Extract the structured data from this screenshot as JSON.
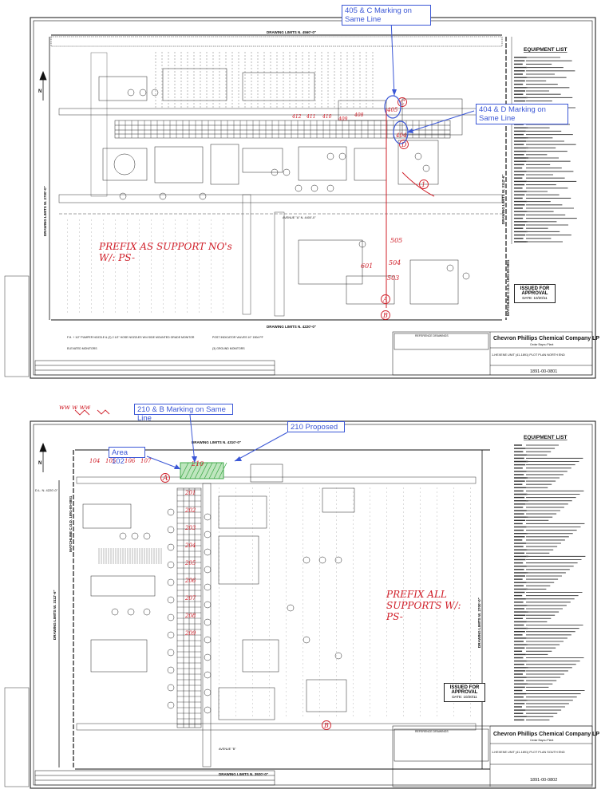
{
  "sheet1": {
    "callouts": {
      "c405": "405 & C Marking on Same Line",
      "c404": "404 & D Marking on Same Line"
    },
    "note": "PREFIX AS SUPPORT NO's W/: PS-",
    "drawing_limits_top": "DRAWING LIMITS N. 4560'-0\"",
    "drawing_limits_bottom": "DRAWING LIMITS N. 4220'-0\"",
    "drawing_limits_left": "DRAWING LIMITS W. 2700'-0\"",
    "drawing_limits_right": "DRAWING LIMITS W. 3112'-6\"",
    "matchline": "MATCHLINE C.O.D. 1891-00-0801",
    "avenue_label": "AVENUE \"A\" N. 4400'-0\"",
    "equipment_list_title": "EQUIPMENT LIST",
    "approval": {
      "title": "ISSUED FOR APPROVAL",
      "date": "DATE: 10/20/11"
    },
    "company": "Chevron Phillips Chemical Company LP",
    "plant": "Cedar Bayou Plant",
    "drawing_title": "1-HEXENE UNIT (41-1891) PLOT PLAN NORTH END",
    "drawing_number": "1891-00-0801",
    "ref_header": "REFERENCE DRAWINGS",
    "legend_1": "F.H. + 1/2\" PUMPER NOZZLE & (2) 2 1/2\" HOSE NOZZLES W/4 SIDE MOUNTED GRADE MONITOR",
    "legend_2": "ELEVATED MONITORS",
    "legend_3": "POST INDICATOR VALVES 10\" 150# PF",
    "legend_4": "(3) GROUND MONITORS",
    "red_marks": [
      "405",
      "404",
      "C",
      "D",
      "408",
      "409",
      "410",
      "411",
      "412",
      "505",
      "504",
      "503",
      "601",
      "A",
      "B",
      "1"
    ]
  },
  "sheet2": {
    "callouts": {
      "c210b": "210 & B Marking on Same Line",
      "c210p": "210 Proposed",
      "area": "Area 102"
    },
    "note": "PREFIX ALL SUPPORTS W/: PS-",
    "scribble": "ww w ww",
    "drawing_limits_top": "DRAWING LIMITS N. 4310'-0\"",
    "drawing_limits_bottom": "DRAWING LIMITS N. 3920'-0\"",
    "drawing_limits_left": "DRAWING LIMITS W. 3112'-6\"",
    "drawing_limits_right": "DRAWING LIMITS W. 2700'-0\"",
    "matchline": "MATCHLINE C.O.D. 1891-00-0801",
    "dl_label": "D.L. N. 4220'-0\"",
    "avenue_label": "AVENUE \"B\"",
    "equipment_list_title": "EQUIPMENT LIST",
    "approval": {
      "title": "ISSUED FOR APPROVAL",
      "date": "DATE: 10/20/11"
    },
    "company": "Chevron Phillips Chemical Company LP",
    "plant": "Cedar Bayou Plant",
    "drawing_title": "1-HEXENE UNIT (41-1891) PLOT PLAN SOUTH END",
    "drawing_number": "1891-00-0802",
    "ref_header": "REFERENCE DRAWINGS",
    "red_marks": [
      "210",
      "B",
      "A",
      "104",
      "105",
      "106",
      "107",
      "201",
      "202",
      "203",
      "204",
      "205",
      "206",
      "207",
      "208",
      "209"
    ]
  },
  "colors": {
    "callout": "#3b57d6",
    "redline": "#d0202a",
    "hatch": "#3fa84a"
  }
}
